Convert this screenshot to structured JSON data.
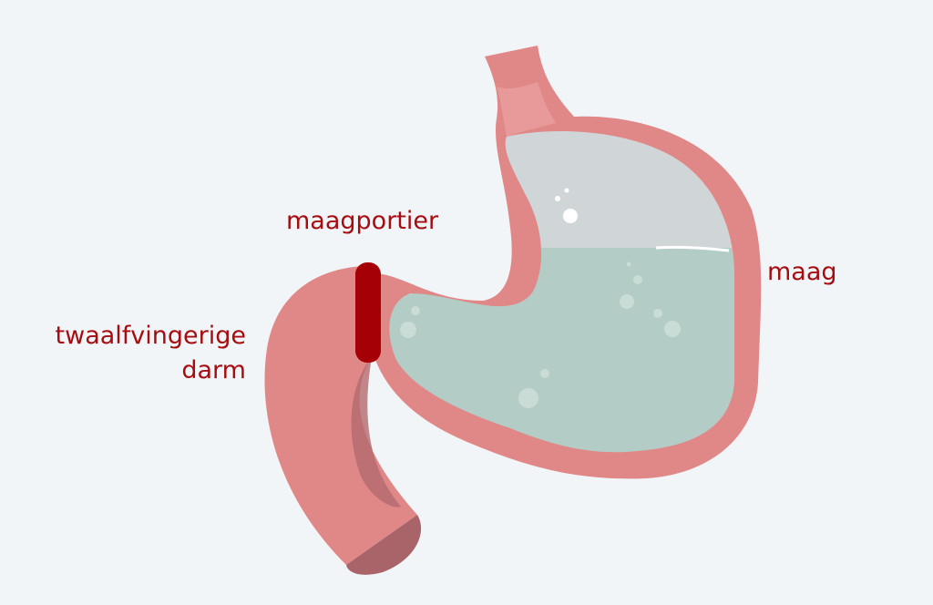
{
  "labels": {
    "pylorus": "maagportier",
    "stomach": "maag",
    "duodenum_line1": "twaalfvingerige",
    "duodenum_line2": "darm"
  },
  "colors": {
    "background": "#f2f5f7",
    "label_text": "#a50d10",
    "tissue": "#e08888",
    "tissue_shadow": "#b36a6e",
    "pylorus": "#a50005",
    "gas": "#d0d6d8",
    "fluid": "#b4ccc6",
    "bubble": "#ffffff"
  }
}
